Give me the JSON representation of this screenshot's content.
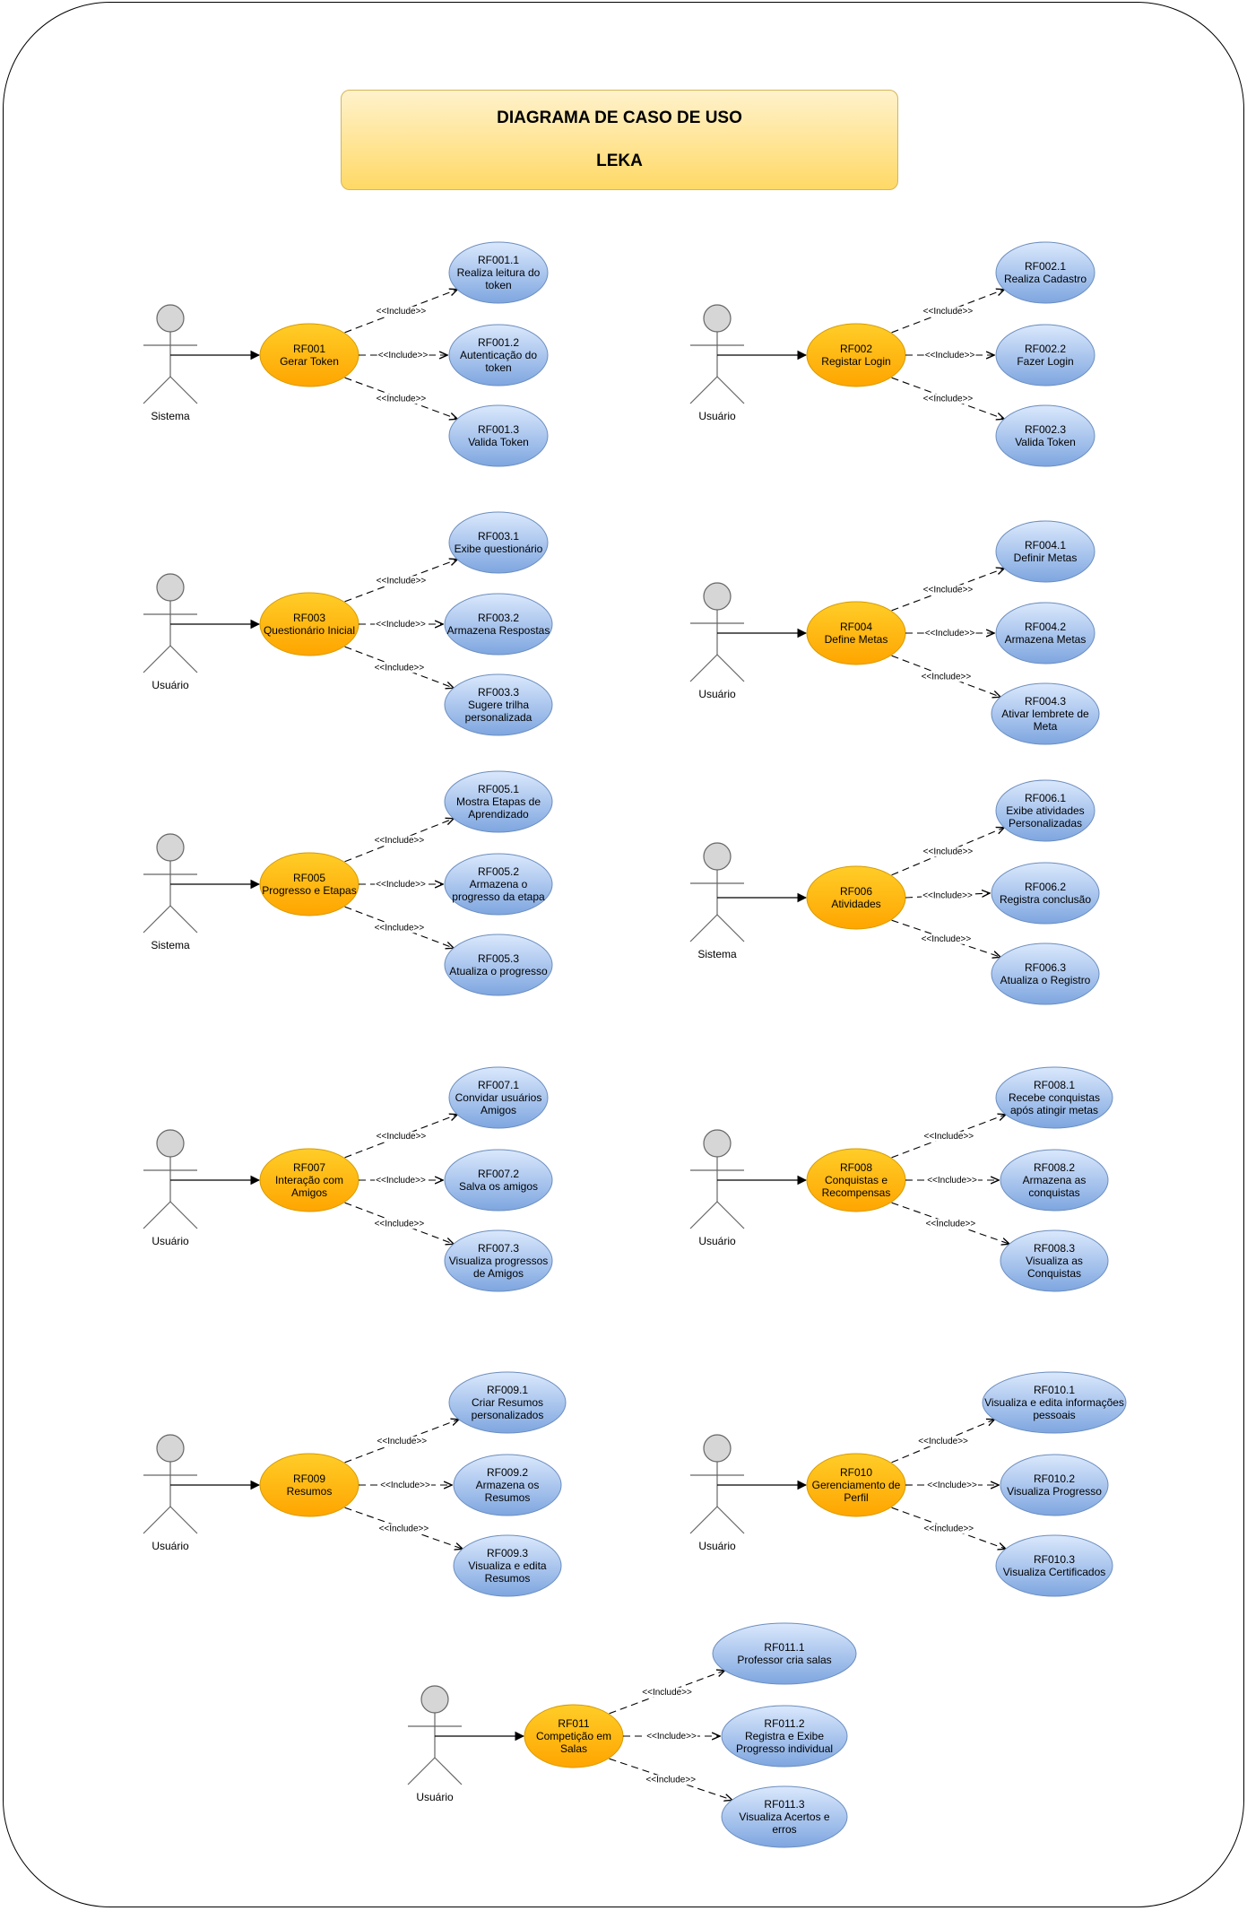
{
  "title": {
    "line1": "DIAGRAMA DE CASO DE USO",
    "line2": "LEKA"
  },
  "include_label": "<<Include>>",
  "colors": {
    "main_fill": "#ffcd28",
    "main_fill_dark": "#ffa500",
    "main_stroke": "#d79b00",
    "sub_fill": "#dae8fc",
    "sub_fill_dark": "#7ea6e0",
    "sub_stroke": "#6c8ebf",
    "actor_fill": "#d6d6d6",
    "actor_stroke": "#666666"
  },
  "groups": [
    {
      "actor": "Sistema",
      "main": [
        "RF001",
        "Gerar Token"
      ],
      "subs": [
        [
          "RF001.1",
          "Realiza leitura do",
          "token"
        ],
        [
          "RF001.2",
          "Autenticação do",
          "token"
        ],
        [
          "RF001.3",
          "Valida Token"
        ]
      ]
    },
    {
      "actor": "Usuário",
      "main": [
        "RF002",
        "Registar Login"
      ],
      "subs": [
        [
          "RF002.1",
          "Realiza Cadastro"
        ],
        [
          "RF002.2",
          "Fazer Login"
        ],
        [
          "RF002.3",
          "Valida Token"
        ]
      ]
    },
    {
      "actor": "Usuário",
      "main": [
        "RF003",
        "Questionário Inicial"
      ],
      "subs": [
        [
          "RF003.1",
          "Exibe questionário"
        ],
        [
          "RF003.2",
          "Armazena Respostas"
        ],
        [
          "RF003.3",
          "Sugere trilha",
          "personalizada"
        ]
      ]
    },
    {
      "actor": "Usuário",
      "main": [
        "RF004",
        "Define Metas"
      ],
      "subs": [
        [
          "RF004.1",
          "Definir Metas"
        ],
        [
          "RF004.2",
          "Armazena Metas"
        ],
        [
          "RF004.3",
          "Ativar lembrete de",
          "Meta"
        ]
      ]
    },
    {
      "actor": "Sistema",
      "main": [
        "RF005",
        "Progresso e Etapas"
      ],
      "subs": [
        [
          "RF005.1",
          "Mostra Etapas de",
          "Aprendizado"
        ],
        [
          "RF005.2",
          "Armazena o",
          "progresso da etapa"
        ],
        [
          "RF005.3",
          "Atualiza o progresso"
        ]
      ]
    },
    {
      "actor": "Sistema",
      "main": [
        "RF006",
        "Atividades"
      ],
      "subs": [
        [
          "RF006.1",
          "Exibe atividades",
          "Personalizadas"
        ],
        [
          "RF006.2",
          "Registra conclusão"
        ],
        [
          "RF006.3",
          "Atualiza o Registro"
        ]
      ]
    },
    {
      "actor": "Usuário",
      "main": [
        "RF007",
        "Interação com",
        "Amigos"
      ],
      "subs": [
        [
          "RF007.1",
          "Convidar usuários",
          "Amigos"
        ],
        [
          "RF007.2",
          "Salva os amigos"
        ],
        [
          "RF007.3",
          "Visualiza progressos",
          "de Amigos"
        ]
      ]
    },
    {
      "actor": "Usuário",
      "main": [
        "RF008",
        "Conquistas e",
        "Recompensas"
      ],
      "subs": [
        [
          "RF008.1",
          "Recebe conquistas",
          "após atingir metas"
        ],
        [
          "RF008.2",
          "Armazena as",
          "conquistas"
        ],
        [
          "RF008.3",
          "Visualiza as",
          "Conquistas"
        ]
      ]
    },
    {
      "actor": "Usuário",
      "main": [
        "RF009",
        "Resumos"
      ],
      "subs": [
        [
          "RF009.1",
          "Criar Resumos",
          "personalizados"
        ],
        [
          "RF009.2",
          "Armazena os",
          "Resumos"
        ],
        [
          "RF009.3",
          "Visualiza e edita",
          "Resumos"
        ]
      ]
    },
    {
      "actor": "Usuário",
      "main": [
        "RF010",
        "Gerenciamento de",
        "Perfil"
      ],
      "subs": [
        [
          "RF010.1",
          "Visualiza e edita informações",
          "pessoais"
        ],
        [
          "RF010.2",
          "Visualiza  Progresso"
        ],
        [
          "RF010.3",
          "Visualiza Certificados"
        ]
      ]
    },
    {
      "actor": "Usuário",
      "main": [
        "RF011",
        "Competição em",
        "Salas"
      ],
      "subs": [
        [
          "RF011.1",
          "Professor cria salas"
        ],
        [
          "RF011.2",
          "Registra e Exibe",
          "Progresso individual"
        ],
        [
          "RF011.3",
          "Visualiza Acertos e",
          "erros"
        ]
      ]
    }
  ]
}
